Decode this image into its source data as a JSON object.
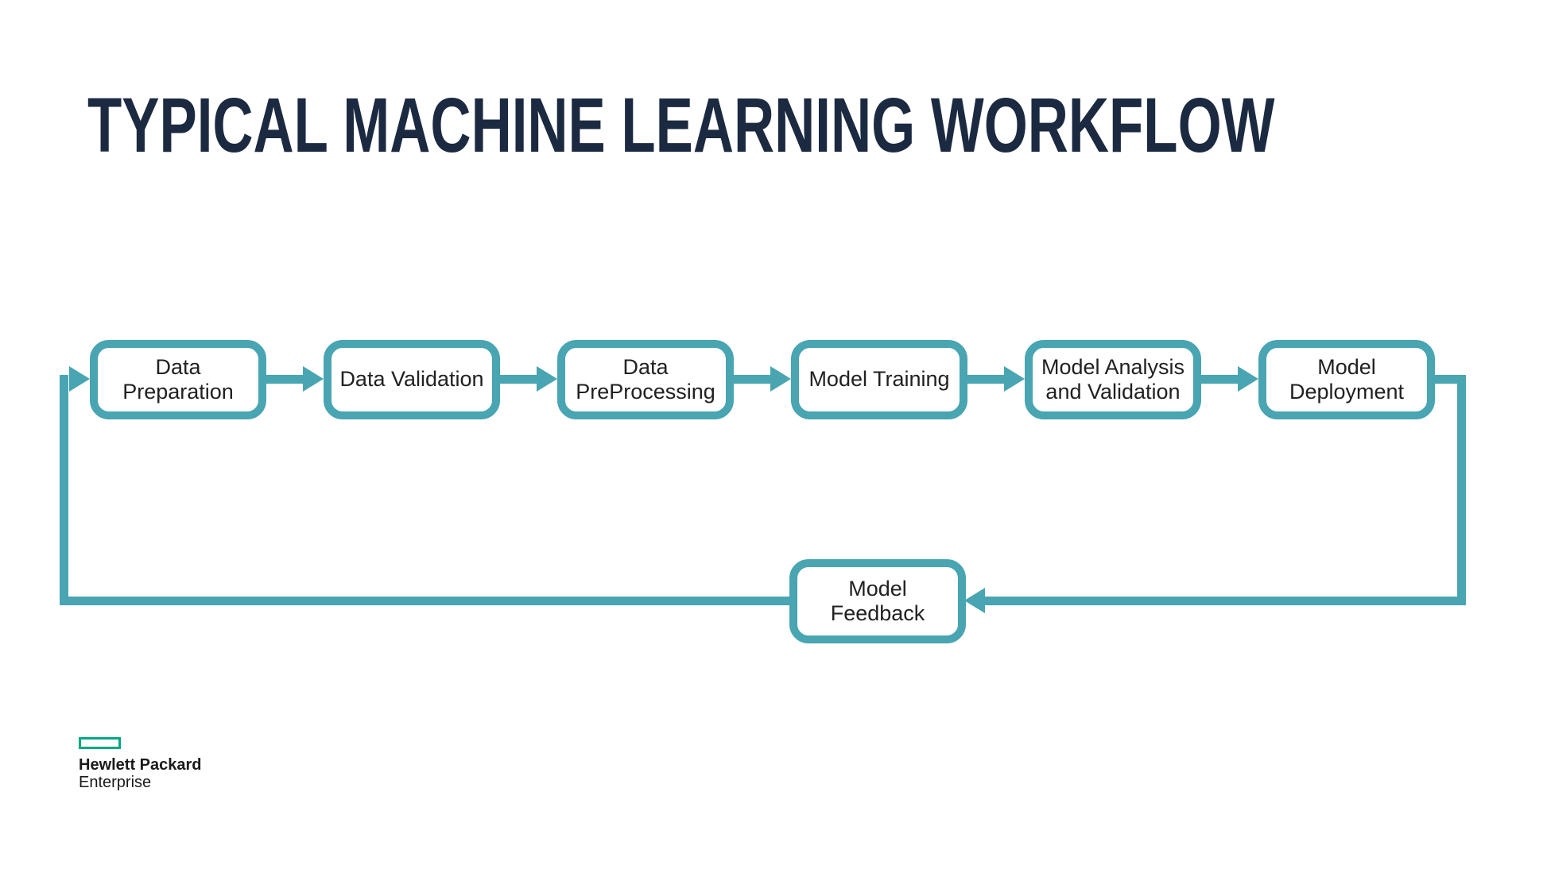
{
  "title": "TYPICAL MACHINE LEARNING WORKFLOW",
  "colors": {
    "accent_teal": "#48a5b1",
    "title_navy": "#1b2a40",
    "hpe_green": "#01a982",
    "node_text": "#212121",
    "background": "#ffffff"
  },
  "diagram": {
    "nodes": [
      {
        "id": "data-preparation",
        "label": "Data\nPreparation"
      },
      {
        "id": "data-validation",
        "label": "Data Validation"
      },
      {
        "id": "data-preprocessing",
        "label": "Data\nPreProcessing"
      },
      {
        "id": "model-training",
        "label": "Model Training"
      },
      {
        "id": "model-analysis-validation",
        "label": "Model Analysis\nand Validation"
      },
      {
        "id": "model-deployment",
        "label": "Model\nDeployment"
      },
      {
        "id": "model-feedback",
        "label": "Model\nFeedback"
      }
    ],
    "edges": [
      {
        "from": "Data Preparation",
        "to": "Data Validation"
      },
      {
        "from": "Data Validation",
        "to": "Data PreProcessing"
      },
      {
        "from": "Data PreProcessing",
        "to": "Model Training"
      },
      {
        "from": "Model Training",
        "to": "Model Analysis and Validation"
      },
      {
        "from": "Model Analysis and Validation",
        "to": "Model Deployment"
      },
      {
        "from": "Model Deployment",
        "to": "Model Feedback"
      },
      {
        "from": "Model Feedback",
        "to": "Data Preparation"
      }
    ]
  },
  "footer": {
    "brand_line1": "Hewlett Packard",
    "brand_line2": "Enterprise"
  }
}
